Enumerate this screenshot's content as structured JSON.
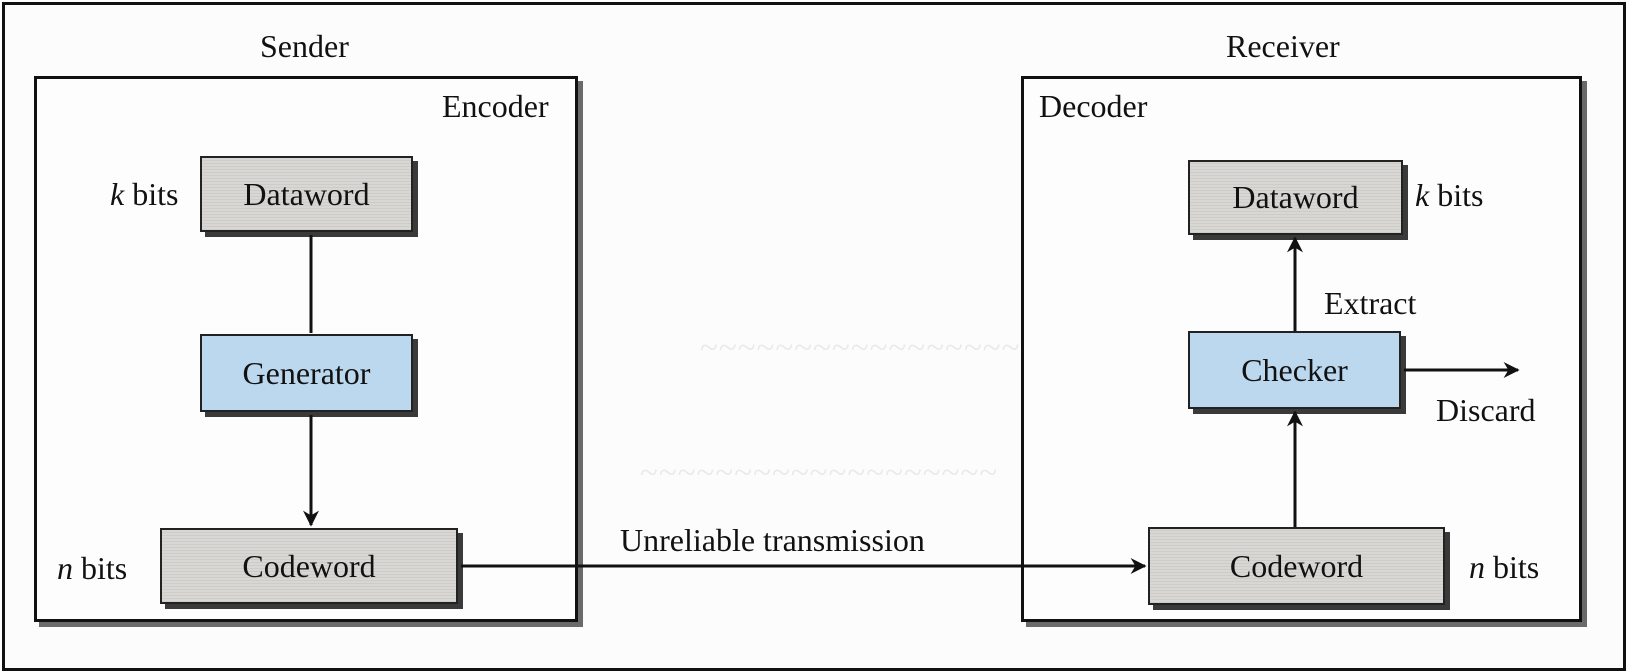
{
  "sender": {
    "heading": "Sender",
    "panel_label": "Encoder",
    "dataword": "Dataword",
    "dataword_bits": {
      "var": "k",
      "unit": "bits"
    },
    "generator": "Generator",
    "codeword": "Codeword",
    "codeword_bits": {
      "var": "n",
      "unit": "bits"
    }
  },
  "receiver": {
    "heading": "Receiver",
    "panel_label": "Decoder",
    "dataword": "Dataword",
    "dataword_bits": {
      "var": "k",
      "unit": "bits"
    },
    "checker": "Checker",
    "extract": "Extract",
    "discard": "Discard",
    "codeword": "Codeword",
    "codeword_bits": {
      "var": "n",
      "unit": "bits"
    }
  },
  "channel": {
    "label": "Unreliable transmission"
  },
  "colors": {
    "box_gray": "#d9d7d4",
    "box_blue": "#bcd8ef",
    "line": "#111111"
  }
}
